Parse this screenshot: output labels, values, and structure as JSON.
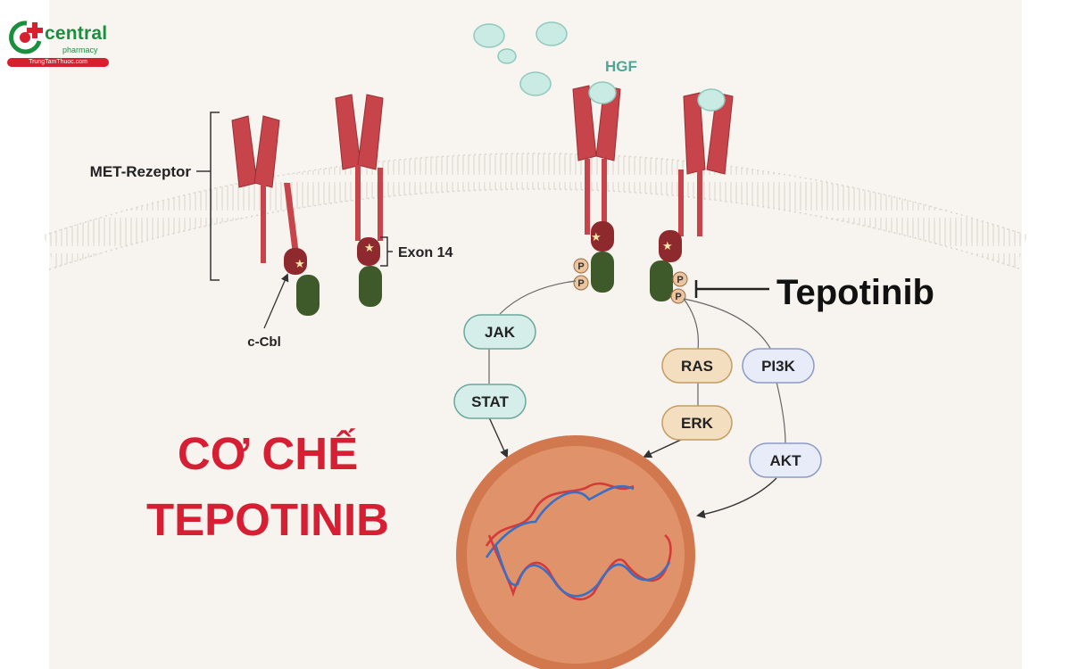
{
  "brand": {
    "name": "central",
    "sub": "pharmacy",
    "url": "TrungTamThuoc.com"
  },
  "labels": {
    "receptor": "MET-Rezeptor",
    "exon": "Exon 14",
    "ccbl": "c-Cbl",
    "ligand": "HGF",
    "drug": "Tepotinib",
    "phospho": "P"
  },
  "pathway": {
    "jak": "JAK",
    "stat": "STAT",
    "ras": "RAS",
    "erk": "ERK",
    "pi3k": "PI3K",
    "akt": "AKT"
  },
  "title": {
    "line1": "CƠ CHẾ",
    "line2": "TEPOTINIB"
  },
  "colors": {
    "title": "#d61f33",
    "receptor": "#c7444a",
    "kinase": "#3f5a2a",
    "hgf": "#c9ebe3",
    "nucleus": "#e0926a",
    "jak_stat": "#d6eeea",
    "ras_erk": "#f3dfc0",
    "pi3k_akt": "#e8ecf8",
    "brand_green": "#1c8f3e",
    "brand_red": "#d71f2e"
  }
}
